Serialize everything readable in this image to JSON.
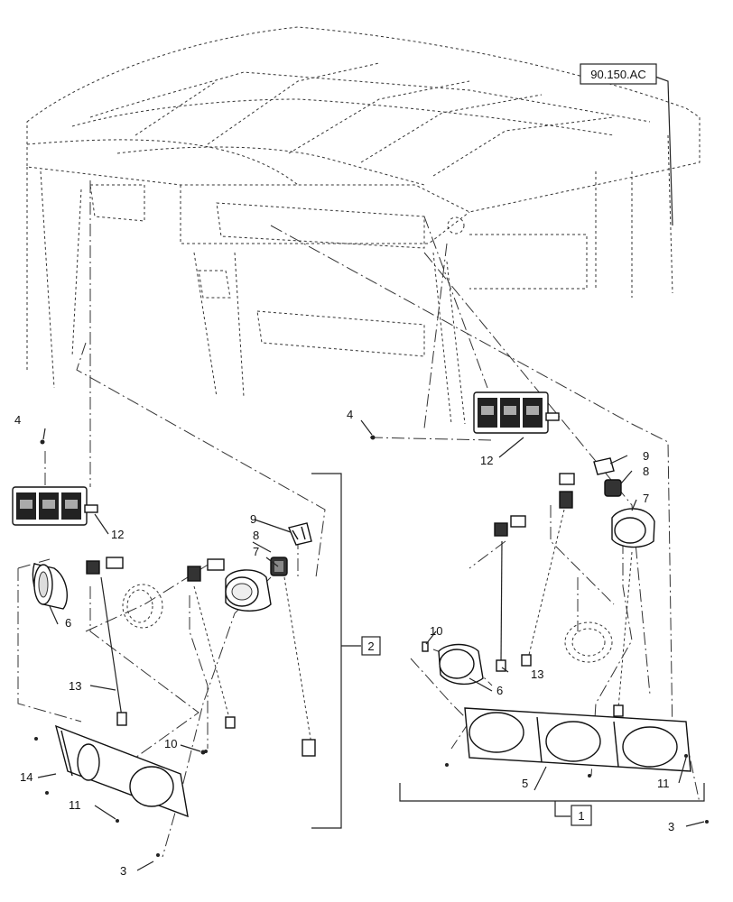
{
  "reference_label": "90.150.AC",
  "callouts": {
    "c3_left": "3",
    "c3_right": "3",
    "c4_left": "4",
    "c4_right": "4",
    "c5": "5",
    "c6_left": "6",
    "c6_right": "6",
    "c7_left": "7",
    "c7_right": "7",
    "c8_left": "8",
    "c8_right": "8",
    "c9_left": "9",
    "c9_right": "9",
    "c10_left": "10",
    "c10_right": "10",
    "c11_left": "11",
    "c11_right": "11",
    "c12_left": "12",
    "c12_right": "12",
    "c13_left": "13",
    "c13_right": "13",
    "c14": "14"
  },
  "assemblies": {
    "one": "1",
    "two": "2"
  }
}
